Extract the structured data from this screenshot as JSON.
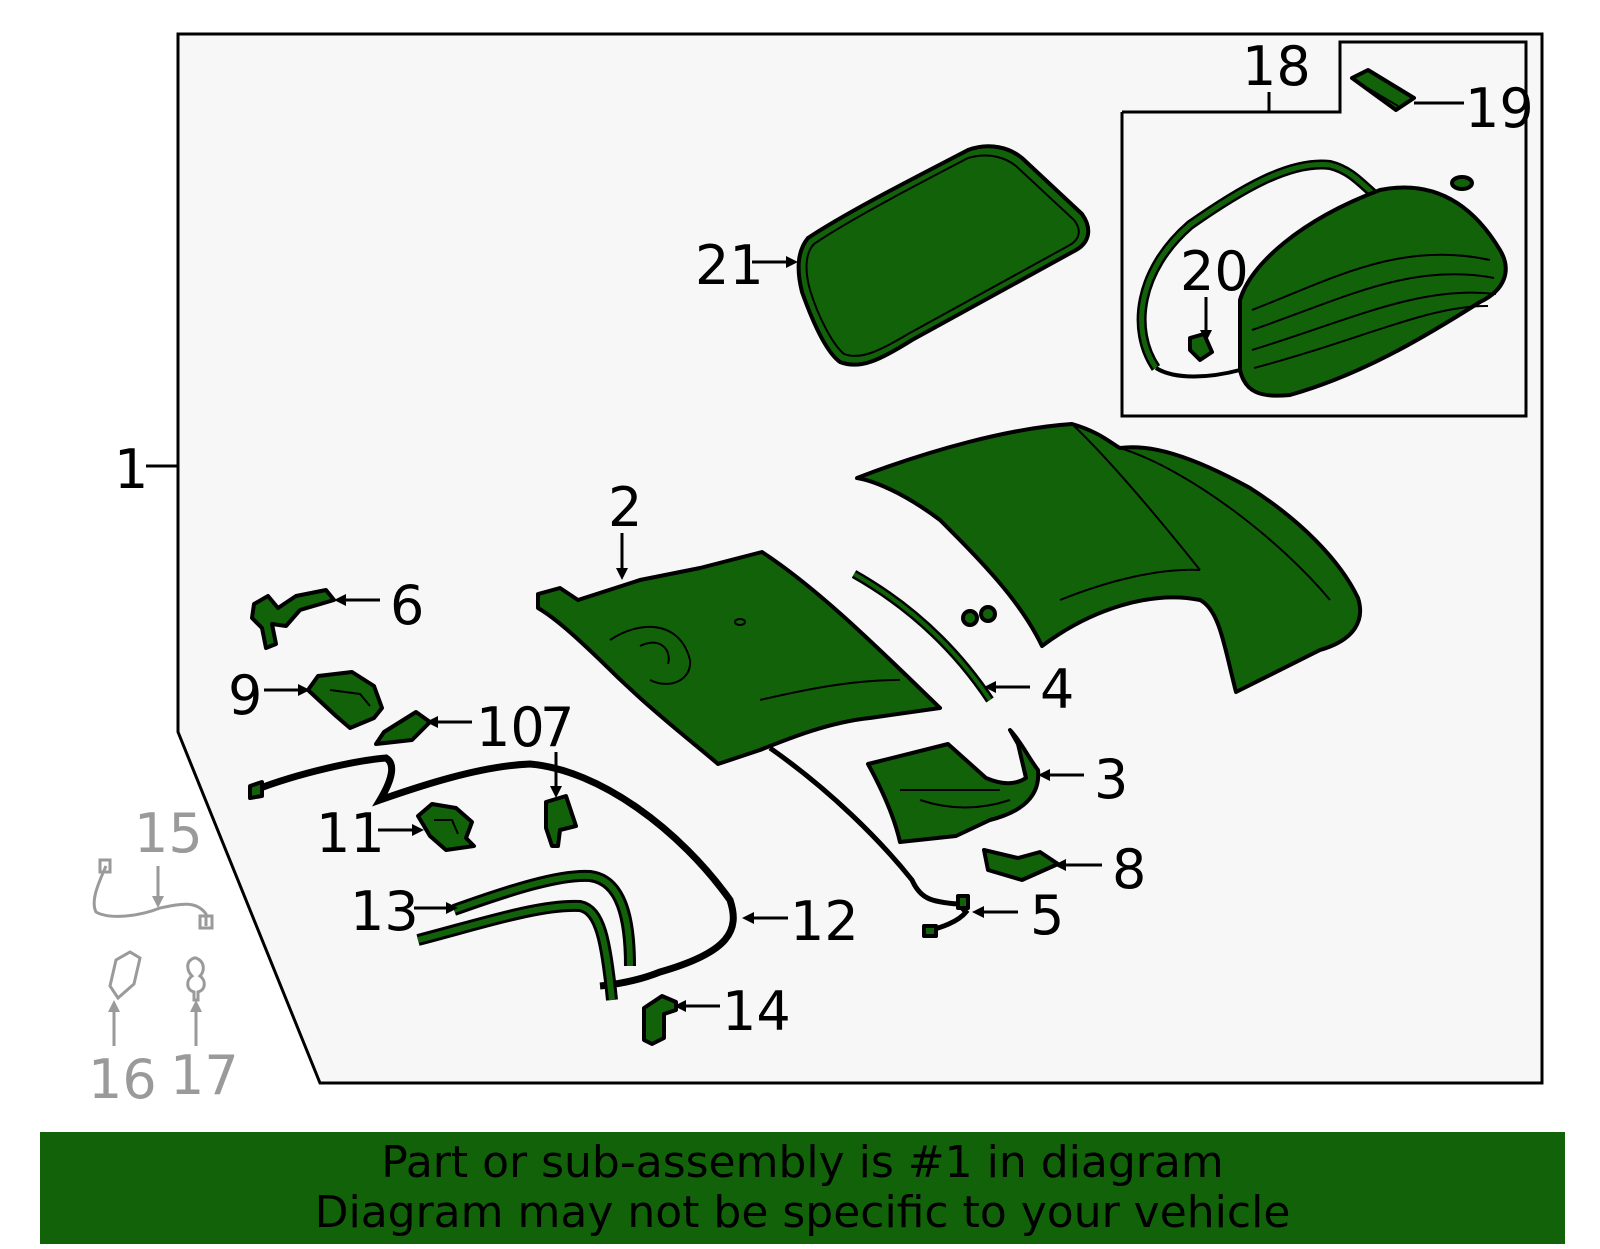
{
  "callouts": {
    "c1": "1",
    "c2": "2",
    "c3": "3",
    "c4": "4",
    "c5": "5",
    "c6": "6",
    "c7": "7",
    "c8": "8",
    "c9": "9",
    "c10": "10",
    "c11": "11",
    "c12": "12",
    "c13": "13",
    "c14": "14",
    "c15": "15",
    "c16": "16",
    "c17": "17",
    "c18": "18",
    "c19": "19",
    "c20": "20",
    "c21": "21"
  },
  "banner": {
    "line1": "Part or sub-assembly is #1 in diagram",
    "line2": "Diagram may not be specific to your vehicle"
  },
  "colors": {
    "part_fill": "#12620a",
    "banner_bg": "#12620a",
    "frame_bg": "#f7f7f7",
    "inactive_part": "#9a9a9a"
  }
}
